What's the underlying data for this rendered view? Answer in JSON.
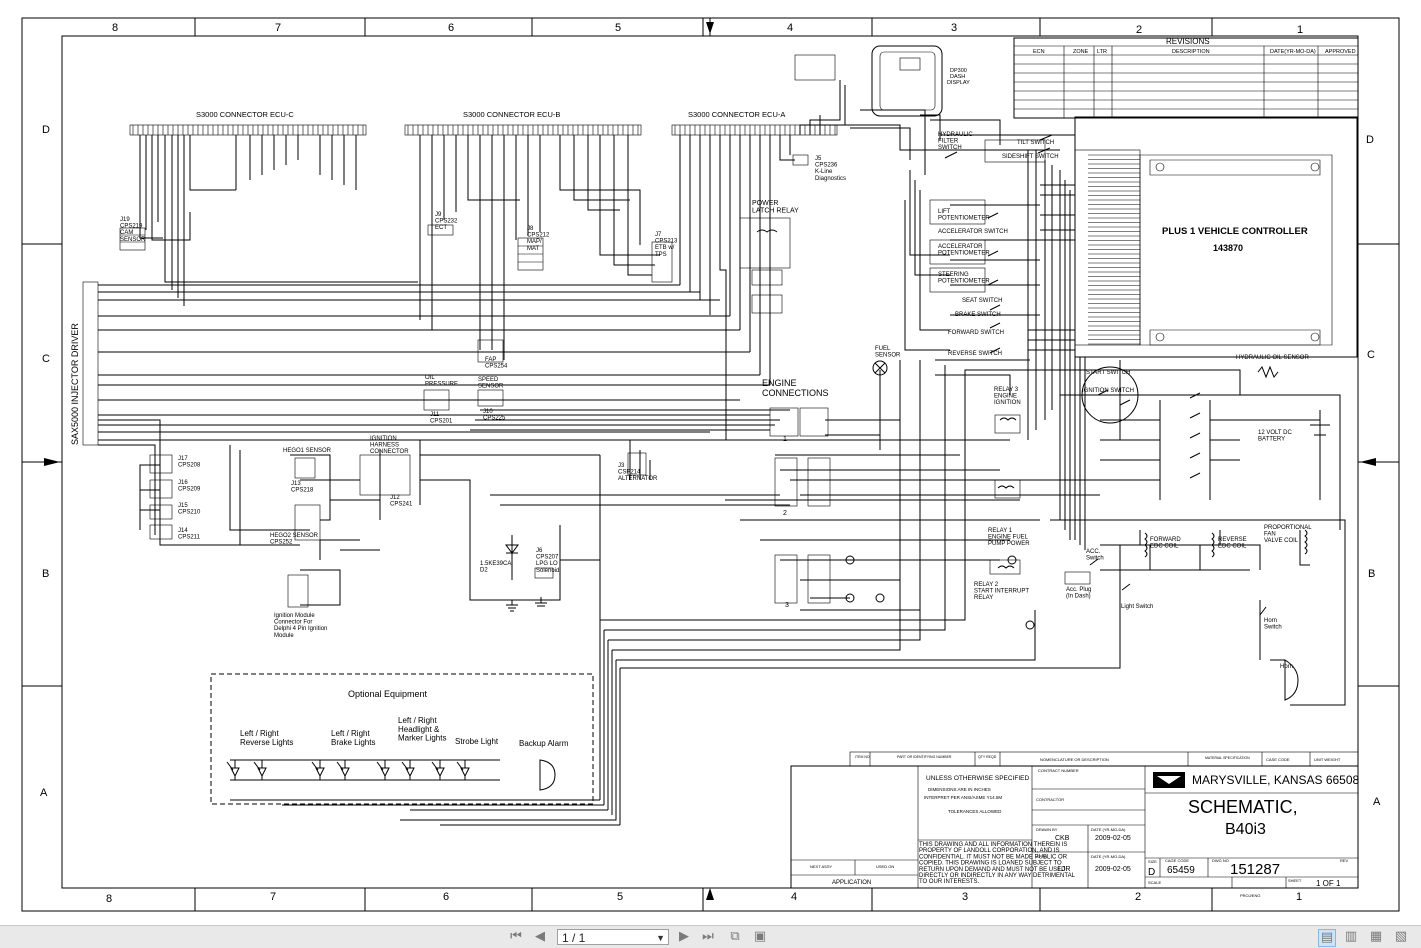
{
  "zones": {
    "columns_top": [
      "8",
      "7",
      "6",
      "5",
      "4",
      "3",
      "2",
      "1"
    ],
    "columns_bottom": [
      "8",
      "7",
      "6",
      "5",
      "4",
      "3",
      "2",
      "1"
    ],
    "rows": [
      "D",
      "C",
      "B",
      "A"
    ]
  },
  "revisions": {
    "title": "REVISIONS",
    "headers": [
      "ECN",
      "ZONE",
      "LTR",
      "DESCRIPTION",
      "DATE(YR-MO-DA)",
      "APPROVED"
    ]
  },
  "labels": {
    "ecu_c": "S3000 CONNECTOR ECU-C",
    "ecu_b": "S3000 CONNECTOR ECU-B",
    "ecu_a": "S3000 CONNECTOR ECU-A",
    "dash": "DP300\nDASH\nDISPLAY",
    "plus1_title": "PLUS 1 VEHICLE CONTROLLER",
    "plus1_num": "143870",
    "injector": "SAX5000 INJECTOR DRIVER",
    "cam": "J19\nCPS219\nCAM\nSENSOR",
    "ect": "J9\nCPS232\nECT",
    "mapmat": "J8\nCPS212\nMAP/\nMAT",
    "etbtps": "J7\nCPS213\nETB w/\nTPS",
    "kline": "J5\nCPS236\nK-Line\nDiagnostics",
    "power_latch": "POWER\nLATCH RELAY",
    "hyd_filter": "HYDRAULIC\nFILTER\nSWITCH",
    "tilt": "TILT SWITCH",
    "sideshift": "SIDESHIFT SWITCH",
    "lift_pot": "LIFT\nPOTENTIOMETER",
    "acc_switch": "ACCELERATOR SWITCH",
    "acc_pot": "ACCELERATOR\nPOTENTIOMETER",
    "steer_pot": "STEERING\nPOTENTIOMETER",
    "seat": "SEAT SWITCH",
    "brake": "BRAKE SWITCH",
    "forward": "FORWARD SWITCH",
    "reverse": "REVERSE SWITCH",
    "fuel_sensor": "FUEL\nSENSOR",
    "hyd_oil": "HYDRAULIC OIL SENSOR",
    "start_sw": "START SWITCH",
    "ign_sw": "IGNITION SWITCH",
    "battery": "12 VOLT DC\nBATTERY",
    "relay3": "RELAY 3\nENGINE\nIGNITION",
    "relay1": "RELAY 1\nENGINE FUEL\nPUMP POWER",
    "relay2": "RELAY 2\nSTART INTERRUPT\nRELAY",
    "engine_conn": "ENGINE\nCONNECTIONS",
    "oil_pressure": "OIL\nPRESSURE",
    "speed_sensor": "SPEED\nSENSOR",
    "fap": "FAP\nCPS254",
    "j11": "J11\nCPS201",
    "j10": "J10\nCPS225",
    "hego1": "HEGO1 SENSOR",
    "hego2": "HEGO2 SENSOR\nCPS252",
    "ign_harness": "IGNITION\nHARNESS\nCONNECTOR",
    "j12": "J12\nCPS241",
    "j13": "J13\nCPS218",
    "j17": "J17\nCPS208",
    "j16": "J16\nCPS209",
    "j15": "J15\nCPS210",
    "j14": "J14\nCPS211",
    "alternator": "J3\nCSP214\nALTERNATOR",
    "ign_module": "Ignition Module\nConnector For\nDelphi 4 Pin Ignition\nModule",
    "d2": "1.5KE39CA\nD2",
    "lpg": "J6\nCPS207\nLPG LO\nSolenoid",
    "fwd_coil": "FORWARD\nEDC COIL",
    "rev_coil": "REVERSE\nEDC COIL",
    "fan_coil": "PROPORTIONAL\nFAN\nVALVE COIL",
    "acc_sw2": "ACC.\nSwitch",
    "acc_plug": "Acc. Plug\n(In Dash)",
    "light_sw": "Light Switch",
    "horn_sw": "Horn\nSwitch",
    "horn": "Horn",
    "optional": "Optional Equipment",
    "rev_lights": "Left / Right\nReverse Lights",
    "brake_lights": "Left / Right\nBrake Lights",
    "head_lights": "Left / Right\nHeadlight &\nMarker Lights",
    "strobe": "Strobe Light",
    "backup": "Backup Alarm",
    "conn1": "1",
    "conn2": "2",
    "conn3": "3"
  },
  "title_block": {
    "company": "MARYSVILLE, KANSAS   66508",
    "title_line1": "SCHEMATIC,",
    "title_line2": "B40i3",
    "unless": "UNLESS OTHERWISE SPECIFIED",
    "dims": "DIMENSIONS ARE IN INCHES",
    "interpret": "INTERPRET PER ANSI/ASME Y14.5M",
    "tolerances": "TOLERANCES ALLOWED",
    "notice": "THIS DRAWING AND ALL INFORMATION THEREIN IS\nPROPERTY OF LANDOLL CORPORATION, AND IS\nCONFIDENTIAL. IT MUST NOT BE MADE PUBLIC OR\nCOPIED. THIS DRAWING IS LOANED SUBJECT TO\nRETURN UPON DEMAND AND MUST NOT BE USED\nDIRECTLY OR INDIRECTLY IN ANY WAY DETRIMENTAL\nTO OUR INTERESTS.",
    "drawn_by": "CKB",
    "drawn_date": "2009-02-05",
    "appd_by": "LJR",
    "appd_date": "2009-02-05",
    "size": "D",
    "cage": "65459",
    "dwg_no": "151287",
    "sheet": "1 OF 1",
    "application": "APPLICATION",
    "next_assy": "NEXT ASSY",
    "used_on": "USED ON",
    "hdr_item": "ITEM\nNO",
    "hdr_part": "PART OR\nIDENTIFYING NUMBER",
    "hdr_qty": "QTY\nREQD",
    "hdr_nomen": "NOMENCLATURE OR DESCRIPTION",
    "hdr_material": "MATERIAL\nSPECIFICATION",
    "hdr_case": "CASE CODE",
    "hdr_unit": "UNIT WEIGHT",
    "contract": "CONTRACT NUMBER",
    "contractor": "CONTRACTOR",
    "drawn_lbl": "DRAWN BY",
    "date_lbl": "DATE (YR-MO-DA)",
    "appd_lbl": "APPD.",
    "size_lbl": "SIZE",
    "cage_lbl": "CAGE CODE",
    "dwg_lbl": "DWG NO",
    "rev_lbl": "REV",
    "scale_lbl": "SCALE",
    "sheet_lbl": "SHEET",
    "projeng_lbl": "PROJ/ENG"
  },
  "viewer": {
    "page_display": "1 / 1",
    "page_dropdown_icon": "chevron-down-icon",
    "buttons": [
      "first-page-icon",
      "prev-page-icon",
      "next-page-icon",
      "last-page-icon",
      "rotate-icon",
      "fit-icon"
    ],
    "right_buttons": [
      "single-page-icon",
      "continuous-icon",
      "two-page-icon",
      "two-page-continuous-icon"
    ]
  }
}
